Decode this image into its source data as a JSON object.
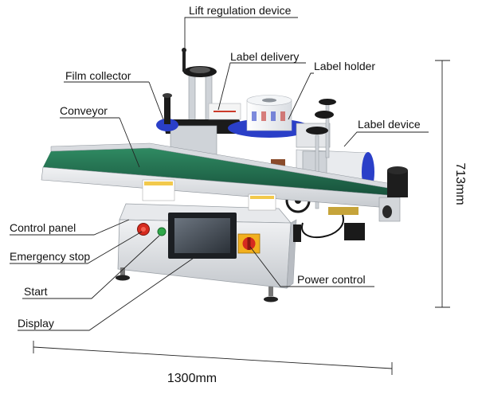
{
  "labels": {
    "lift_regulation_device": "Lift regulation device",
    "label_delivery": "Label delivery",
    "label_holder": "Label holder",
    "film_collector": "Film collector",
    "conveyor": "Conveyor",
    "label_device": "Label device",
    "control_panel": "Control panel",
    "emergency_stop": "Emergency stop",
    "start": "Start",
    "display": "Display",
    "power_control": "Power control"
  },
  "dimensions": {
    "width": "1300mm",
    "height": "713mm"
  },
  "colors": {
    "belt": "#1f6b4f",
    "roll_blue": "#2a3fc8",
    "steel": "#d9dce0",
    "emergency_red": "#d62b1f",
    "start_green": "#2fa84a"
  }
}
